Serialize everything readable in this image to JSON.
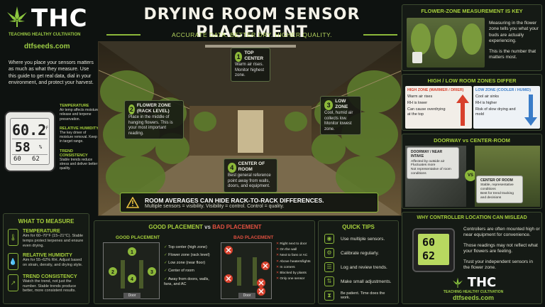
{
  "brand": {
    "logo_text": "THC",
    "tagline": "TEACHING HEALTHY CULTIVATION",
    "website": "dtfseeds.com"
  },
  "header": {
    "title": "DRYING ROOM SENSOR PLACEMENT",
    "subtitle": "ACCURATE DATA. BETTER DRY. HIGHER QUALITY."
  },
  "intro": "Where you place your sensors matters as much as what they measure. Use this guide to get real data, dial in your environment, and protect your harvest.",
  "sensor_display": {
    "reading_1": "60.2",
    "unit_1": "°F",
    "reading_2": "58",
    "unit_2": "%",
    "reading_3a": "60",
    "reading_3b": "62"
  },
  "sensor_callouts": [
    {
      "title": "TEMPERATURE",
      "text": "Air temp affects moisture release and terpene preservation."
    },
    {
      "title": "RELATIVE HUMIDITY",
      "text": "The key driver of moisture removal. Keep in target range."
    },
    {
      "title": "TREND CONSISTENCY",
      "text": "Stable trends reduce stress and deliver better quality."
    }
  ],
  "room_points": [
    {
      "num": "1",
      "title": "TOP CENTER",
      "text": "Warm air rises. Monitor highest zone."
    },
    {
      "num": "2",
      "title": "FLOWER ZONE (RACK LEVEL)",
      "text": "Place in the middle of hanging flowers. This is your most important reading."
    },
    {
      "num": "3",
      "title": "LOW ZONE",
      "text": "Cool, humid air collects low. Monitor lowest zone."
    },
    {
      "num": "4",
      "title": "CENTER OF ROOM",
      "text": "Best general reference point away from walls, doors, and equipment."
    }
  ],
  "room_warning": {
    "title": "ROOM AVERAGES CAN HIDE RACK-TO-RACK DIFFERENCES.",
    "text": "Multiple sensors = visibility. Visibility = control. Control = quality."
  },
  "measure": {
    "title": "WHAT TO MEASURE",
    "items": [
      {
        "title": "TEMPERATURE",
        "text": "Aim for 60–70°F (15–21°C). Stable temps protect terpenes and ensure even drying."
      },
      {
        "title": "RELATIVE HUMIDITY",
        "text": "Aim for 55–62% RH. Adjust based on strain, density, and drying style."
      },
      {
        "title": "TREND CONSISTENCY",
        "text": "Watch the trend, not just the number. Stable trends produce better, more consistent results."
      }
    ]
  },
  "placement": {
    "title_good": "GOOD PLACEMENT",
    "vs": "vs",
    "title_bad": "BAD PLACEMENT",
    "good_label": "GOOD PLACEMENT",
    "bad_label": "BAD PLACEMENT",
    "good_items": [
      "Top center (high zone)",
      "Flower zone (rack level)",
      "Low zone (near floor)",
      "Center of room",
      "Away from doors, walls, fans, and AC"
    ],
    "bad_items": [
      "Right next to door",
      "On the wall",
      "Next to fans or AC",
      "Above heaters/lights",
      "In corners",
      "Blocked by plants",
      "Only one sensor"
    ],
    "door": "Door"
  },
  "tips": {
    "title": "QUICK TIPS",
    "items": [
      "Use multiple sensors.",
      "Calibrate regularly.",
      "Log and review trends.",
      "Make small adjustments.",
      "Be patient. Time does the work."
    ]
  },
  "flower_zone": {
    "title": "FLOWER-ZONE MEASUREMENT IS KEY",
    "text1": "Measuring in the flower zone tells you what your buds are actually experiencing.",
    "text2": "This is the number that matters most."
  },
  "zones": {
    "title": "HIGH / LOW ROOM ZONES DIFFER",
    "high_title": "HIGH ZONE (WARMER / DRIER)",
    "high_items": [
      "Warm air rises",
      "RH is lower",
      "Can cause overdrying at the top"
    ],
    "low_title": "LOW ZONE (COOLER / HUMID)",
    "low_items": [
      "Cool air sinks",
      "RH is higher",
      "Risk of slow drying and mold"
    ]
  },
  "doorway": {
    "title": "DOORWAY vs CENTER-ROOM",
    "door_title": "DOORWAY / NEAR INTAKE",
    "door_items": [
      "Affected by outside air",
      "Fluctuates more",
      "Not representative of room conditions"
    ],
    "vs": "VS",
    "center_title": "CENTER OF ROOM",
    "center_items": [
      "Stable, representative conditions",
      "Best for trend tracking and decisions"
    ]
  },
  "controller": {
    "title": "WHY CONTROLLER LOCATION CAN MISLEAD",
    "text1": "Controllers are often mounted high or near equipment for convenience.",
    "text2": "Those readings may not reflect what your flowers are feeling.",
    "text3": "Trust your independent sensors in the flower zone.",
    "reading_1": "60",
    "reading_2": "62"
  },
  "colors": {
    "accent": "#8cb83a",
    "high": "#d8402c",
    "low": "#3a7cc8",
    "background": "#0e1210"
  }
}
